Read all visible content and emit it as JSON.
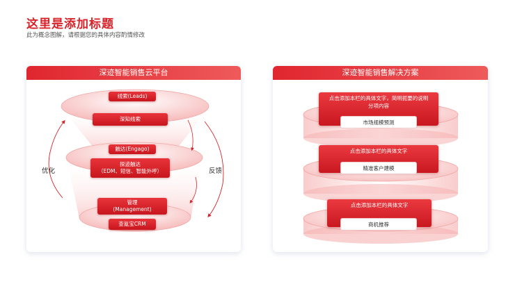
{
  "header": {
    "title": "这里是添加标题",
    "subtitle": "此为概念图解，请根据您的具体内容酌情修改"
  },
  "left_panel": {
    "title": "深迹智能销售云平台",
    "funnel": [
      {
        "top": "线索(Leads)",
        "bottom": "深知线索"
      },
      {
        "top": "触达(Engago)",
        "bottom_line1": "探迹触达",
        "bottom_line2": "（EDM、短信、智能外呼）"
      },
      {
        "top_line1": "管理",
        "top_line2": "(Management)",
        "bottom": "查氪宝CRM"
      }
    ],
    "side_left": "优化",
    "side_right": "反馈"
  },
  "right_panel": {
    "title": "深迹智能销售解决方案",
    "tiers": [
      {
        "line1": "点击添加本栏的具体文字，简明扼要的说明",
        "line2": "分项内容",
        "label": "市场规模预测"
      },
      {
        "line1": "点击添加本栏的具体文字",
        "label": "精准客户建模"
      },
      {
        "line1": "点击添加本栏的具体文字",
        "label": "商机推荐"
      }
    ]
  },
  "colors": {
    "accent": "#d7232a",
    "header_gradient_start": "#e0262f",
    "header_gradient_end": "#ee5a5a",
    "ellipse_fill": "#f9c9c9",
    "panel_shadow": "#a0aac8"
  }
}
